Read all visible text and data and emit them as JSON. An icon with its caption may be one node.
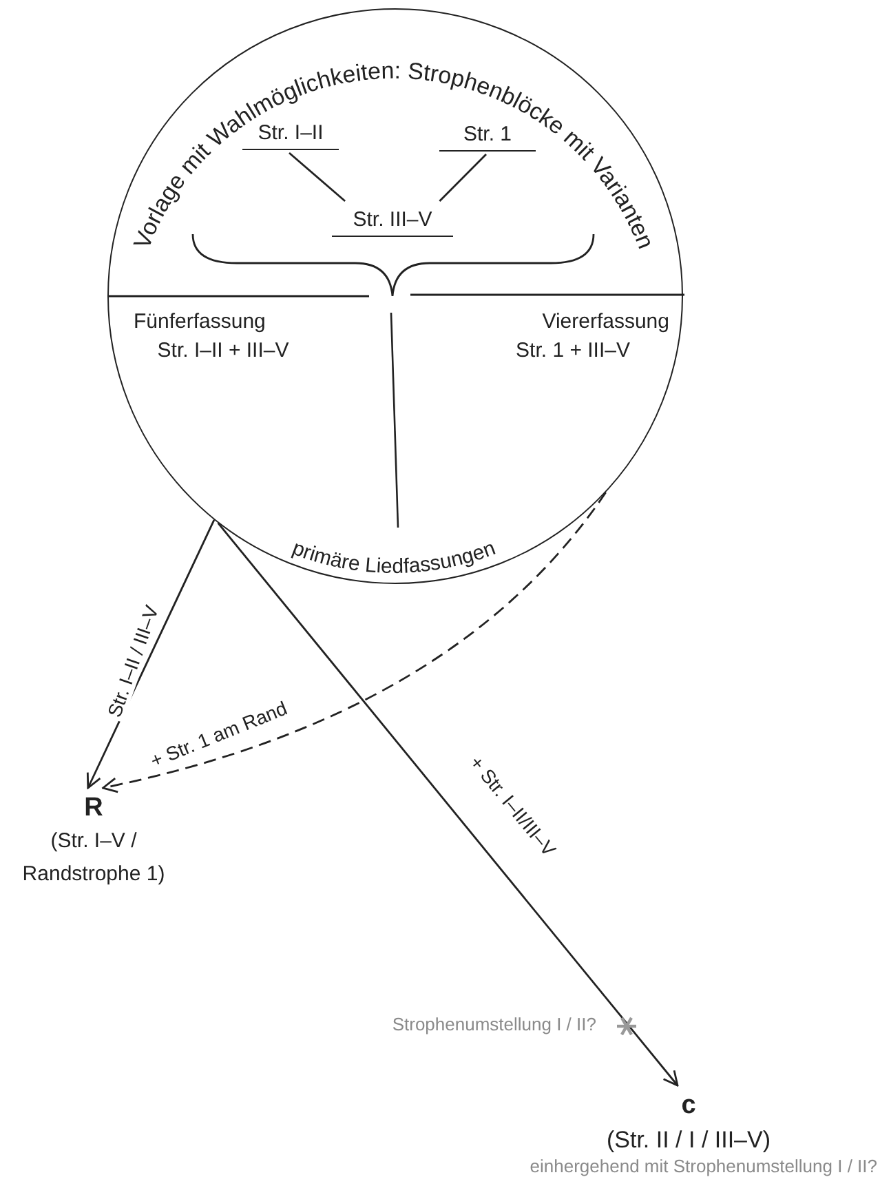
{
  "diagram": {
    "nodes": [
      {
        "text": [
          "Vorlage mit Wahlmöglichkeiten: Strophenblöcke mit Varianten",
          "primäre Liedfassungen"
        ]
      },
      {
        "text": [
          "Str. I–II"
        ],
        "in": 0
      },
      {
        "text": [
          "Str. 1"
        ],
        "in": 0
      },
      {
        "text": [
          "Str. III–V"
        ],
        "in": 0
      },
      {
        "text": [
          "Fünferfassung",
          "Str. I–II + III–V"
        ],
        "in": 0
      },
      {
        "text": [
          "Viererfassung",
          "Str. 1 + III–V"
        ],
        "in": 0
      },
      {
        "text": [
          "R",
          "(Str. I–V / Randstrophe 1)"
        ]
      },
      {
        "text": [
          "c",
          "(Str. II / I / III–V)"
        ],
        "beside": [
          "einhergehend mit Strophenumstellung I / II?"
        ]
      }
    ],
    "edges": [
      {
        "from": 1,
        "to": 3,
        "arrow": "none"
      },
      {
        "from": 2,
        "to": 3,
        "arrow": "none"
      },
      {
        "from": 0,
        "to": 6,
        "arrow": "to",
        "label": "Str. I–II / III–V"
      },
      {
        "from": 0,
        "to": 6,
        "arrow": "to",
        "label": "+ Str. 1 am Rand",
        "style": "dashed"
      },
      {
        "from": 0,
        "to": 7,
        "arrow": "to",
        "label": "+ Str. I–II/III–V"
      }
    ],
    "labels": [
      "Strophenumstellung I / II?"
    ]
  }
}
